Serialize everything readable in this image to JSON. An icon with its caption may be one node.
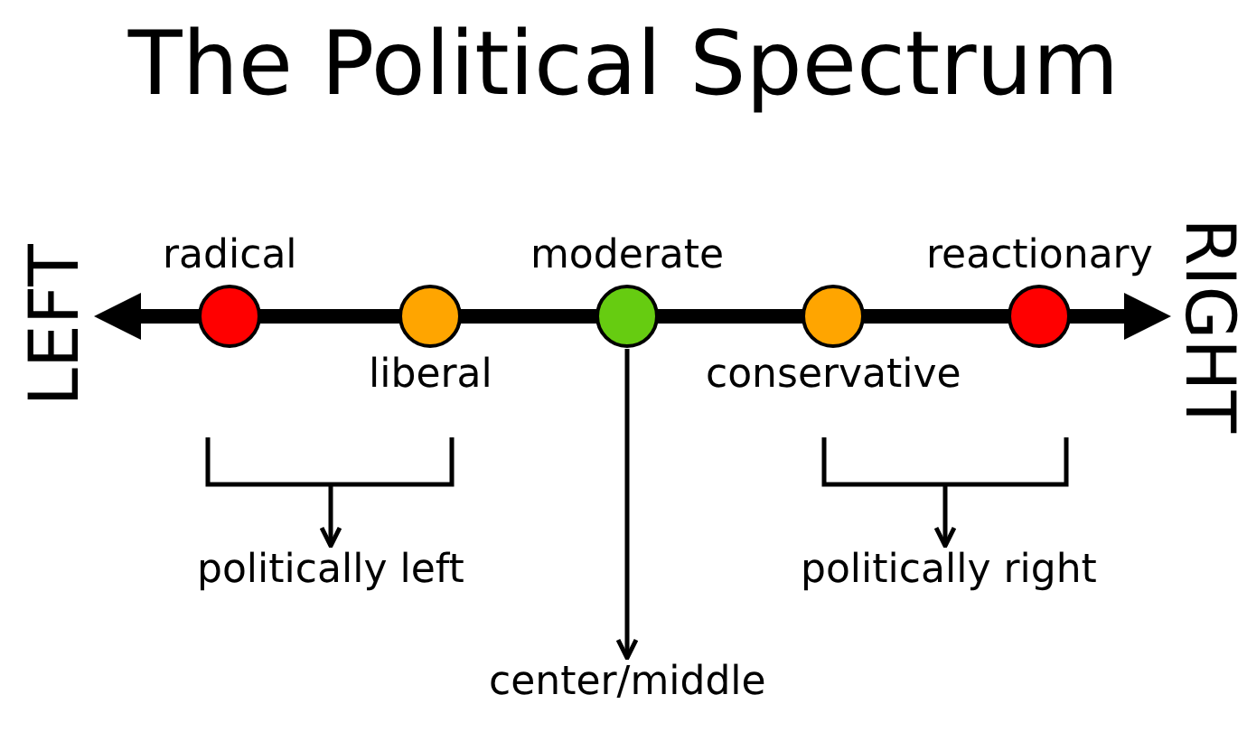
{
  "diagram": {
    "title": "The Political Spectrum",
    "nodes": [
      {
        "text": [
          "radical"
        ]
      },
      {
        "text": [
          "liberal"
        ]
      },
      {
        "text": [
          "moderate"
        ]
      },
      {
        "text": [
          "conservative"
        ]
      },
      {
        "text": [
          "reactionary"
        ]
      },
      {
        "text": [],
        "shape": "bracket"
      },
      {
        "text": [
          "politically left"
        ]
      },
      {
        "text": [],
        "shape": "bracket"
      },
      {
        "text": [
          "politically right"
        ]
      },
      {
        "text": [
          "center/middle"
        ]
      }
    ],
    "edges": [
      {
        "from": 5,
        "to": 6,
        "arrow": "to"
      },
      {
        "from": 7,
        "to": 8,
        "arrow": "to"
      },
      {
        "from": 2,
        "to": 9,
        "arrow": "to"
      }
    ],
    "labels": [
      "LEFT",
      "RIGHT"
    ]
  }
}
